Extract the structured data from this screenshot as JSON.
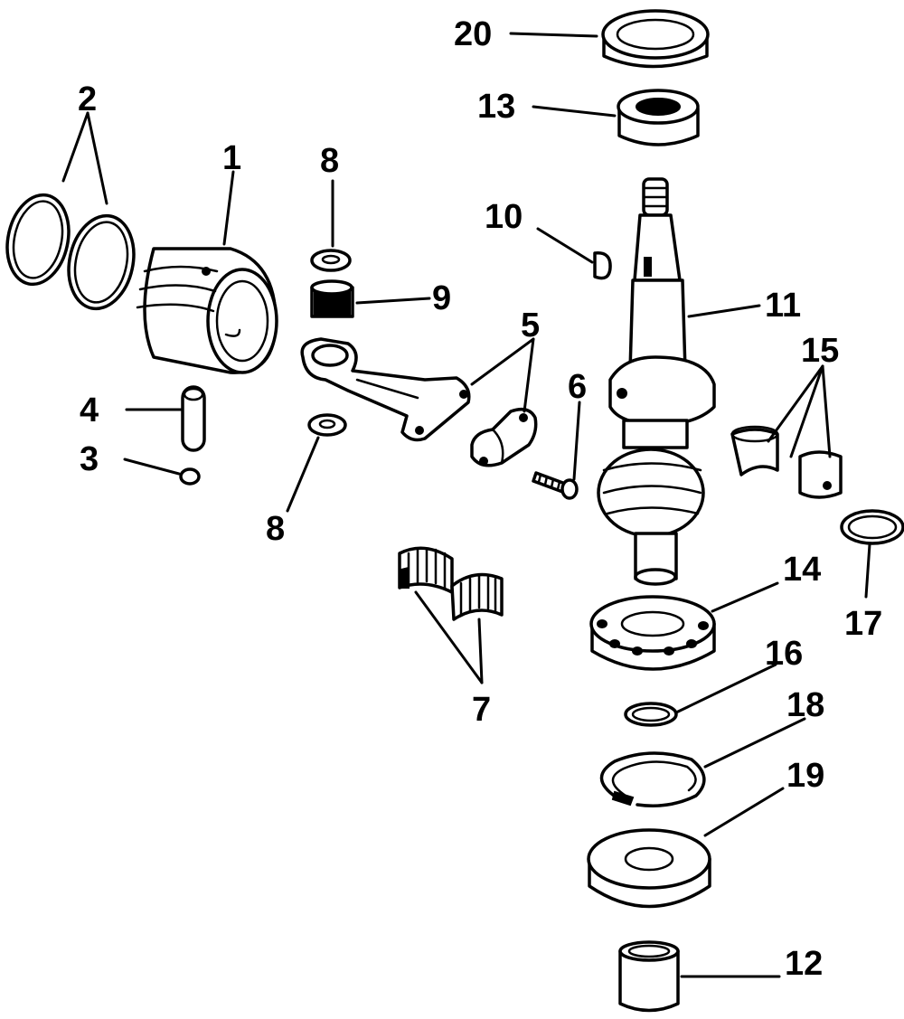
{
  "diagram": {
    "callouts": [
      "1",
      "2",
      "3",
      "4",
      "5",
      "6",
      "7",
      "8",
      "8",
      "9",
      "10",
      "11",
      "12",
      "13",
      "14",
      "15",
      "16",
      "17",
      "18",
      "19",
      "20"
    ],
    "parts": [
      "piston-rings",
      "piston",
      "piston-pin",
      "pin-retainer",
      "needle-bearing-small",
      "thrust-washer-top",
      "thrust-washer-bottom",
      "connecting-rod",
      "rod-cap",
      "rod-cap-screw",
      "rod-needle-bearings",
      "woodruff-key",
      "crankshaft",
      "upper-seal",
      "upper-bearing",
      "main-bearing-halves",
      "ball-bearing",
      "retaining-ring",
      "o-ring",
      "lower-retainer",
      "lower-seal-housing",
      "sleeve"
    ],
    "colors": {
      "ink": "#000000",
      "paper": "#ffffff"
    }
  }
}
